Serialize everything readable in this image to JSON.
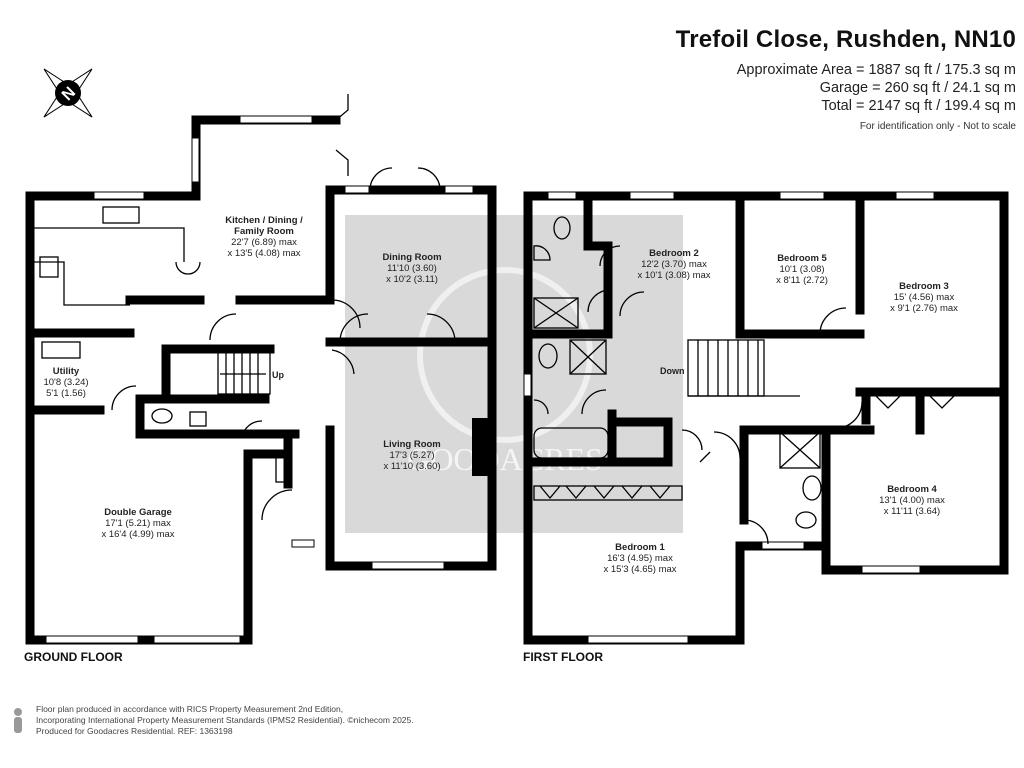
{
  "header": {
    "title": "Trefoil Close, Rushden, NN10",
    "area_approx": "Approximate Area = 1887 sq ft / 175.3 sq m",
    "area_garage": "Garage = 260 sq ft / 24.1 sq m",
    "area_total": "Total = 2147 sq ft / 199.4 sq m",
    "note": "For identification only - Not to scale"
  },
  "compass": {
    "letter": "N",
    "icon": "compass-rose-icon"
  },
  "ground_floor": {
    "label": "GROUND FLOOR",
    "rooms": {
      "kitchen": {
        "name1": "Kitchen / Dining /",
        "name2": "Family Room",
        "dim1": "22'7 (6.89) max",
        "dim2": "x 13'5 (4.08) max"
      },
      "dining": {
        "name": "Dining Room",
        "dim1": "11'10 (3.60)",
        "dim2": "x 10'2 (3.11)"
      },
      "living": {
        "name": "Living Room",
        "dim1": "17'3 (5.27)",
        "dim2": "x 11'10 (3.60)"
      },
      "utility": {
        "name": "Utility",
        "dim1": "10'8 (3.24)",
        "dim2": "5'1 (1.56)"
      },
      "garage": {
        "name": "Double Garage",
        "dim1": "17'1 (5.21) max",
        "dim2": "x 16'4 (4.99) max"
      }
    },
    "stairs_label": "Up"
  },
  "first_floor": {
    "label": "FIRST FLOOR",
    "rooms": {
      "bed2": {
        "name": "Bedroom 2",
        "dim1": "12'2 (3.70) max",
        "dim2": "x 10'1 (3.08) max"
      },
      "bed5": {
        "name": "Bedroom 5",
        "dim1": "10'1 (3.08)",
        "dim2": "x 8'11 (2.72)"
      },
      "bed3": {
        "name": "Bedroom 3",
        "dim1": "15' (4.56) max",
        "dim2": "x 9'1 (2.76) max"
      },
      "bed4": {
        "name": "Bedroom 4",
        "dim1": "13'1 (4.00) max",
        "dim2": "x 11'11 (3.64)"
      },
      "bed1": {
        "name": "Bedroom 1",
        "dim1": "16'3 (4.95) max",
        "dim2": "x 15'3 (4.65) max"
      }
    },
    "stairs_label": "Down"
  },
  "watermark": "GOODACRES",
  "footer": {
    "line1": "Floor plan produced in accordance with RICS Property Measurement 2nd Edition,",
    "line2": "Incorporating International Property Measurement Standards (IPMS2 Residential). ©nichecom 2025.",
    "line3": "Produced for Goodacres Residential.   REF: 1363198",
    "icon": "person-icon"
  }
}
